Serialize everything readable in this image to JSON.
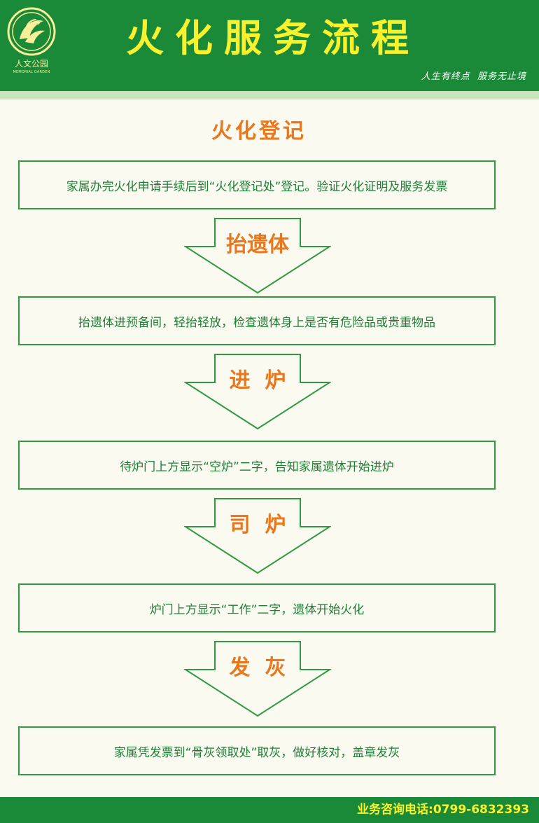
{
  "header": {
    "title": "火化服务流程",
    "slogan": "人生有终点  服务无止境",
    "logo_name": "人文公园",
    "logo_subtitle": "MEMORIAL GARDEN"
  },
  "steps": [
    {
      "label": "火化登记",
      "description": "家属办完火化申请手续后到“火化登记处”登记。验证火化证明及服务发票"
    },
    {
      "label": "抬遗体",
      "description": "抬遗体进预备间，轻抬轻放，检查遗体身上是否有危险品或贵重物品"
    },
    {
      "label": "进  炉",
      "description": "待炉门上方显示“空炉”二字，告知家属遗体开始进炉"
    },
    {
      "label": "司  炉",
      "description": "炉门上方显示“工作”二字，遗体开始火化"
    },
    {
      "label": "发  灰",
      "description": "家属凭发票到“骨灰领取处”取灰，做好核对，盖章发灰"
    }
  ],
  "footer": {
    "hotline": "业务咨询电话:0799-6832393"
  },
  "colors": {
    "brand_green": "#1a8a38",
    "title_yellow": "#f7f12e",
    "step_orange": "#e8781e",
    "text_green": "#1d7e36",
    "background": "#fbfaf1"
  },
  "icons": {
    "logo": "phoenix-circle-icon",
    "flow_arrow": "down-arrow-icon"
  }
}
